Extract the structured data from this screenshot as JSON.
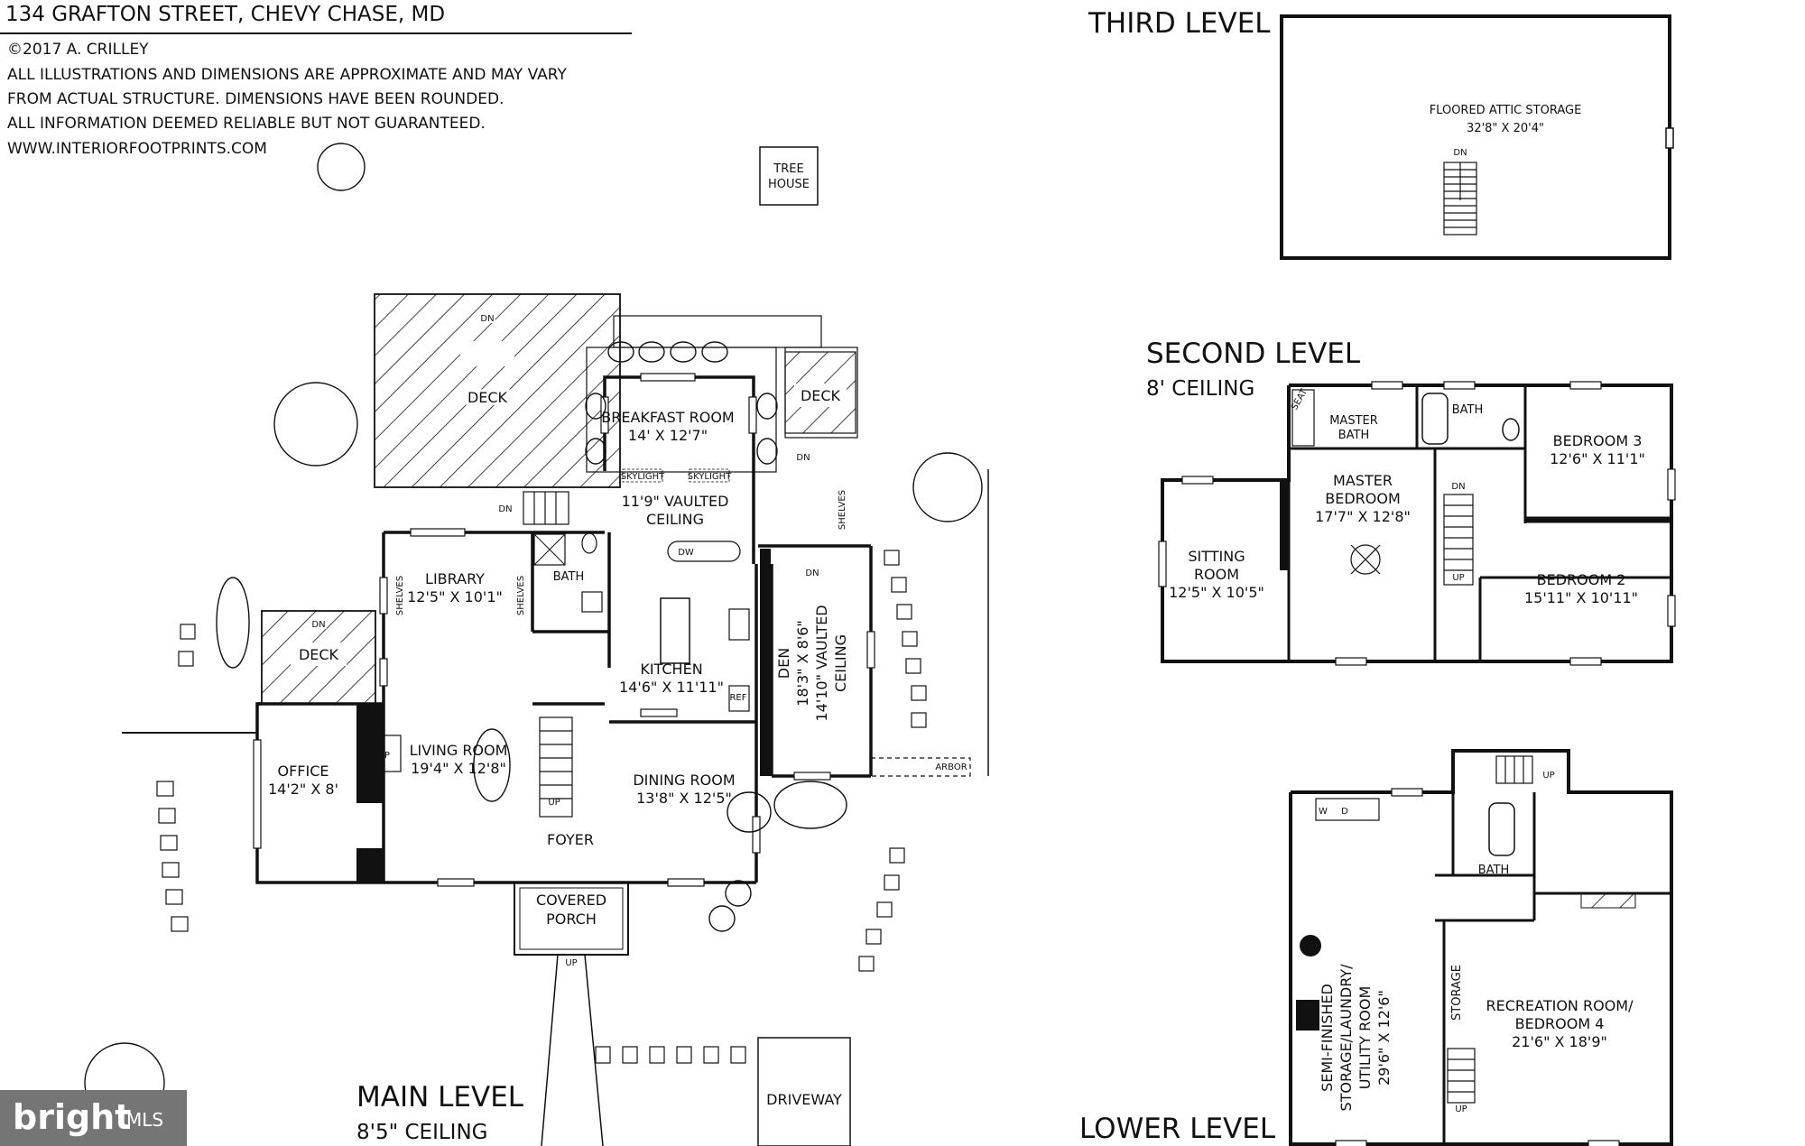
{
  "header": {
    "address": "134 GRAFTON STREET, CHEVY CHASE, MD",
    "copyright": "©2017 A. CRILLEY",
    "disclaimer_1": "ALL ILLUSTRATIONS AND DIMENSIONS ARE APPROXIMATE AND MAY VARY",
    "disclaimer_2": "FROM ACTUAL STRUCTURE. DIMENSIONS HAVE BEEN ROUNDED.",
    "disclaimer_3": "ALL INFORMATION DEEMED RELIABLE BUT NOT GUARANTEED.",
    "website": "WWW.INTERIORFOOTPRINTS.COM"
  },
  "levels": {
    "main": "MAIN LEVEL",
    "main_ceiling": "8'5\" CEILING",
    "second": "SECOND LEVEL",
    "second_ceiling": "8' CEILING",
    "third": "THIRD LEVEL",
    "lower": "LOWER LEVEL"
  },
  "main_level": {
    "tree_house_1": "TREE",
    "tree_house_2": "HOUSE",
    "deck_large": "DECK",
    "deck_small": "DECK",
    "deck_office": "DECK",
    "dn": "DN",
    "up": "UP",
    "breakfast_name": "BREAKFAST ROOM",
    "breakfast_dim": "14' X 12'7\"",
    "skylight": "SKYLIGHT",
    "vaulted_1": "11'9\" VAULTED",
    "vaulted_2": "CEILING",
    "library_name": "LIBRARY",
    "library_dim": "12'5\" X 10'1\"",
    "shelves": "SHELVES",
    "bath": "BATH",
    "kitchen_name": "KITCHEN",
    "kitchen_dim": "14'6\" X 11'11\"",
    "dw": "DW",
    "ref": "REF",
    "den_1": "DEN",
    "den_2": "18'3\" X 8'6\"",
    "den_3": "14'10\" VAULTED",
    "den_4": "CEILING",
    "office_name": "OFFICE",
    "office_dim": "14'2\" X 8'",
    "fp": "FP",
    "living_name": "LIVING ROOM",
    "living_dim": "19'4\" X 12'8\"",
    "dining_name": "DINING ROOM",
    "dining_dim": "13'8\" X 12'5\"",
    "foyer": "FOYER",
    "porch_1": "COVERED",
    "porch_2": "PORCH",
    "arbor": "ARBOR",
    "driveway": "DRIVEWAY"
  },
  "third_level": {
    "attic_name": "FLOORED ATTIC STORAGE",
    "attic_dim": "32'8\" X 20'4\"",
    "dn": "DN"
  },
  "second_level": {
    "seat": "SEAT",
    "master_bath_1": "MASTER",
    "master_bath_2": "BATH",
    "bath": "BATH",
    "bedroom3_name": "BEDROOM 3",
    "bedroom3_dim": "12'6\" X 11'1\"",
    "master_1": "MASTER",
    "master_2": "BEDROOM",
    "master_dim": "17'7\" X 12'8\"",
    "sitting_1": "SITTING",
    "sitting_2": "ROOM",
    "sitting_dim": "12'5\" X 10'5\"",
    "bedroom2_name": "BEDROOM 2",
    "bedroom2_dim": "15'11\" X 10'11\"",
    "dn": "DN",
    "up": "UP"
  },
  "lower_level": {
    "w": "W",
    "d": "D",
    "up": "UP",
    "bath": "BATH",
    "utility_1": "SEMI-FINISHED",
    "utility_2": "STORAGE/LAUNDRY/",
    "utility_3": "UTILITY ROOM",
    "utility_4": "29'6\" X 12'6\"",
    "storage": "STORAGE",
    "rec_1": "RECREATION ROOM/",
    "rec_2": "BEDROOM 4",
    "rec_3": "21'6\" X 18'9\""
  },
  "watermark": {
    "brand": "bright",
    "mls": "MLS"
  },
  "colors": {
    "ink": "#111111",
    "watermark_bg": "#757575",
    "page": "#ffffff"
  }
}
